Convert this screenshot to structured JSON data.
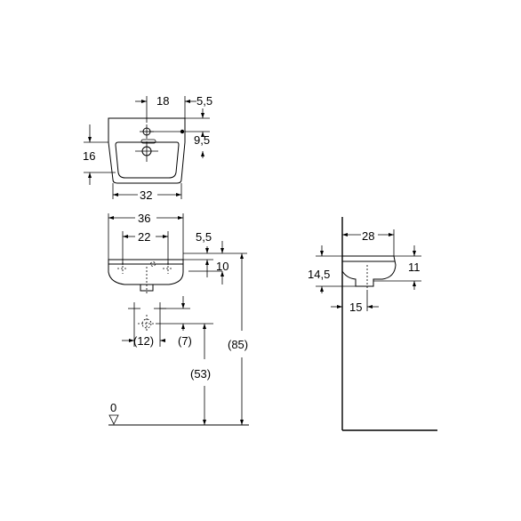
{
  "top_view": {
    "dim_tap_offset": "18",
    "dim_right_offset": "5,5",
    "dim_tap_depth": "9,5",
    "dim_depth": "16",
    "dim_width": "32"
  },
  "front_view": {
    "dim_width": "36",
    "dim_fixing_spacing": "22",
    "dim_top_offset": "5,5",
    "dim_height": "10",
    "dim_supply_spacing": "(12)",
    "dim_supply_offset": "(7)",
    "dim_supply_height": "(53)",
    "dim_rim_height": "(85)",
    "floor_level": "0"
  },
  "side_view": {
    "dim_projection": "28",
    "dim_depth_left": "14,5",
    "dim_depth_right": "11",
    "dim_waste_offset": "15"
  }
}
